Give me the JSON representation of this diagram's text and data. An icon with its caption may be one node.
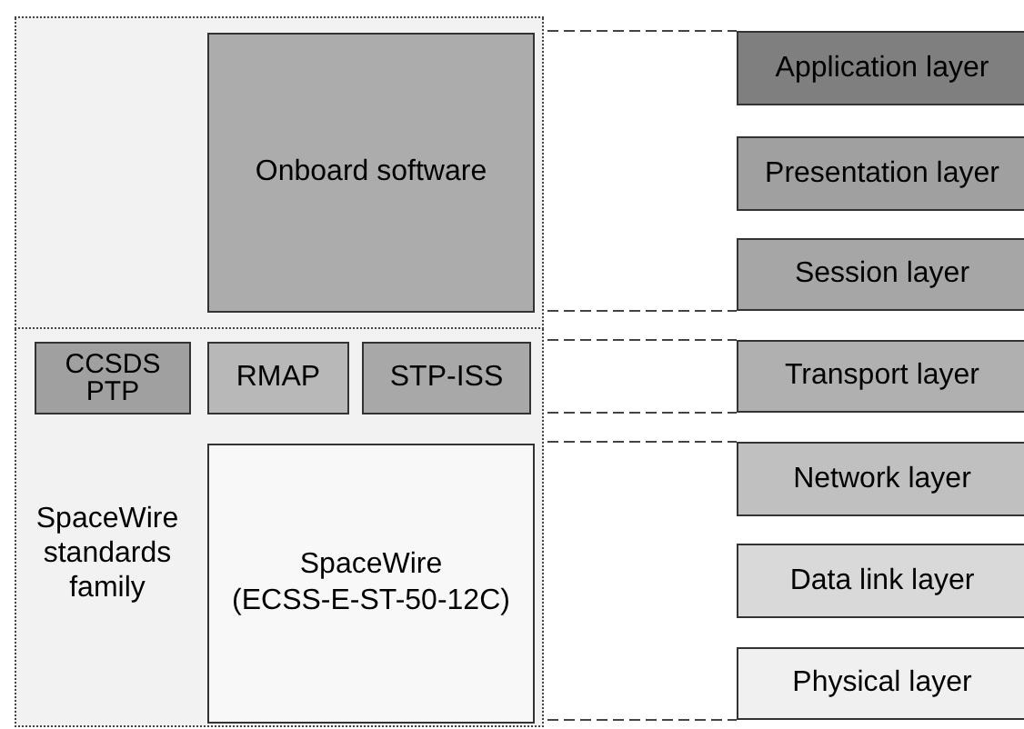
{
  "diagram": {
    "nodes": [
      {
        "text": [],
        "shape": "box"
      },
      {
        "text": [
          "Onboard software"
        ],
        "in": 0
      },
      {
        "text": [
          "SpaceWire standards family"
        ]
      },
      {
        "text": [
          "CCSDS PTP"
        ],
        "in": 2
      },
      {
        "text": [
          "RMAP"
        ],
        "in": 2
      },
      {
        "text": [
          "STP-ISS"
        ],
        "in": 2
      },
      {
        "text": [
          "SpaceWire (ECSS-E-ST-50-12C)"
        ],
        "in": 2
      },
      {
        "text": [
          "Application layer"
        ]
      },
      {
        "text": [
          "Presentation layer"
        ]
      },
      {
        "text": [
          "Session layer"
        ]
      },
      {
        "text": [
          "Transport layer"
        ]
      },
      {
        "text": [
          "Network layer"
        ]
      },
      {
        "text": [
          "Data link layer"
        ]
      },
      {
        "text": [
          "Physical layer"
        ]
      }
    ]
  }
}
